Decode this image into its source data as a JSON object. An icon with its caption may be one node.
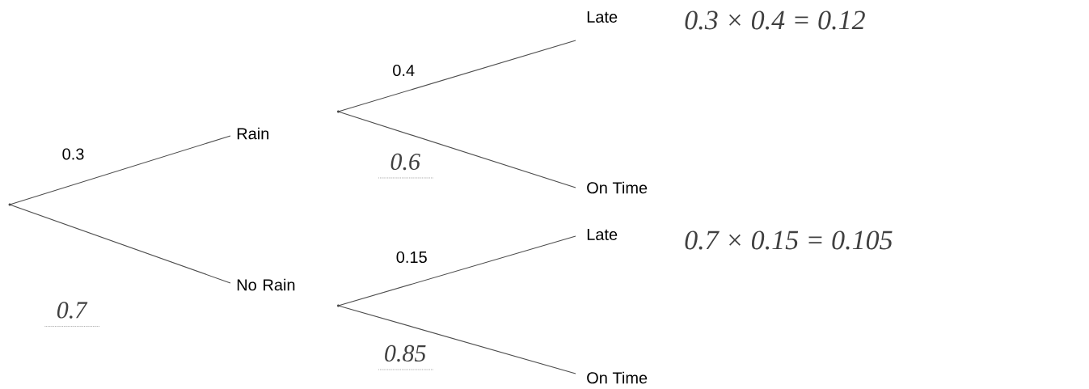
{
  "diagram": {
    "nodes": [
      {
        "text": [],
        "shape": "point"
      },
      {
        "text": [
          "Rain"
        ]
      },
      {
        "text": [
          "No Rain"
        ]
      },
      {
        "text": [
          "Late"
        ],
        "beside": [
          "0.3 × 0.4 = 0.12"
        ]
      },
      {
        "text": [
          "On Time"
        ]
      },
      {
        "text": [
          "Late"
        ],
        "beside": [
          "0.7 × 0.15 = 0.105"
        ]
      },
      {
        "text": [
          "On Time"
        ]
      }
    ],
    "edges": [
      {
        "from": 0,
        "to": 1,
        "arrow": "none",
        "label": "0.3"
      },
      {
        "from": 0,
        "to": 2,
        "arrow": "none",
        "label": "0.7"
      },
      {
        "from": 1,
        "to": 3,
        "arrow": "none",
        "label": "0.4"
      },
      {
        "from": 1,
        "to": 4,
        "arrow": "none",
        "label": "0.6"
      },
      {
        "from": 2,
        "to": 5,
        "arrow": "none",
        "label": "0.15"
      },
      {
        "from": 2,
        "to": 6,
        "arrow": "none",
        "label": "0.85"
      }
    ]
  }
}
